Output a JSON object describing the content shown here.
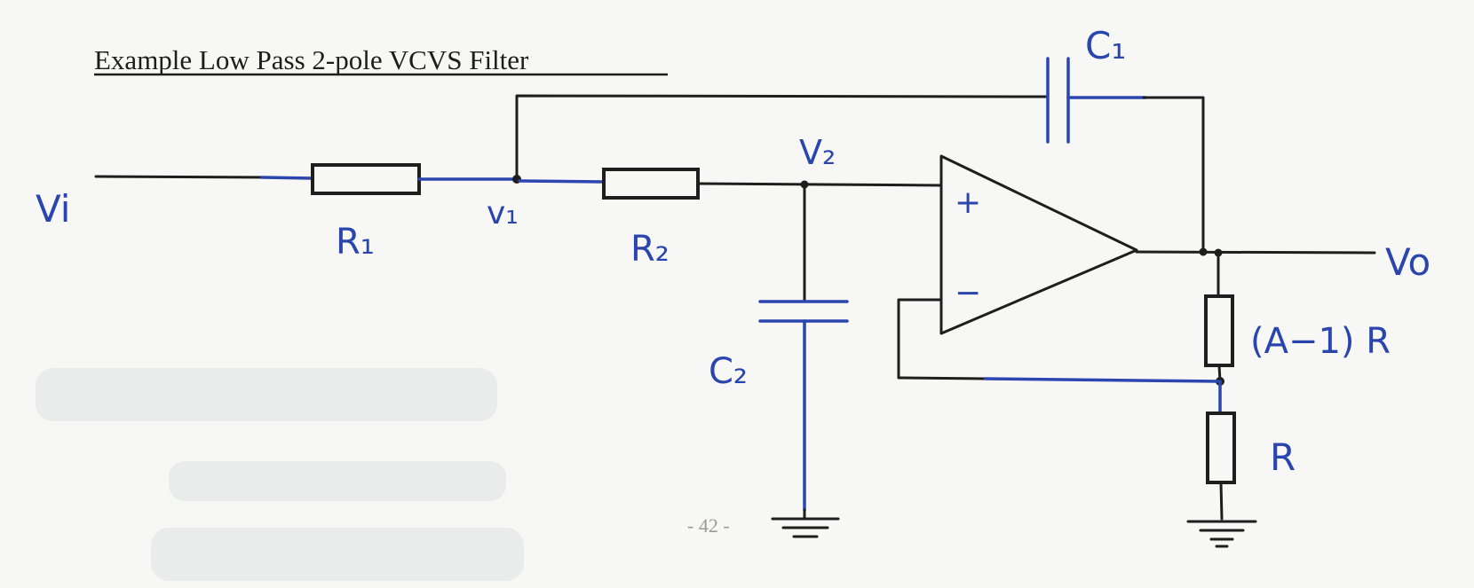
{
  "title": "Example Low Pass 2-pole VCVS Filter",
  "labels": {
    "vi": "Vi",
    "r1": "R₁",
    "v1": "v₁",
    "r2": "R₂",
    "v2": "V₂",
    "c1": "C₁",
    "c2": "C₂",
    "plus": "+",
    "minus": "−",
    "vo": "Vo",
    "ra": "(A−1) R",
    "r": "R"
  },
  "page_number": "- 42 -"
}
